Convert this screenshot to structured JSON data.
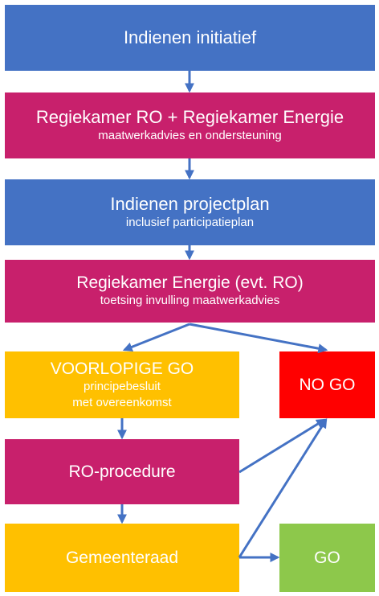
{
  "colors": {
    "blue": "#4472C4",
    "magenta": "#C8206C",
    "yellow": "#FFC000",
    "red": "#FF0000",
    "green": "#8DC84B",
    "arrow": "#4472C4"
  },
  "steps": {
    "step1": {
      "title": "Indienen initiatief"
    },
    "step2": {
      "title": "Regiekamer RO + Regiekamer Energie",
      "subtitle": "maatwerkadvies en ondersteuning"
    },
    "step3": {
      "title": "Indienen projectplan",
      "subtitle": "inclusief participatieplan"
    },
    "step4": {
      "title": "Regiekamer Energie (evt. RO)",
      "subtitle": "toetsing invulling maatwerkadvies"
    },
    "voorlopig": {
      "title": "VOORLOPIGE GO",
      "line1": "principebesluit",
      "line2": "met overeenkomst"
    },
    "nogo": {
      "title": "NO GO"
    },
    "ro_procedure": {
      "title": "RO-procedure"
    },
    "gemeenteraad": {
      "title": "Gemeenteraad"
    },
    "go": {
      "title": "GO"
    }
  }
}
